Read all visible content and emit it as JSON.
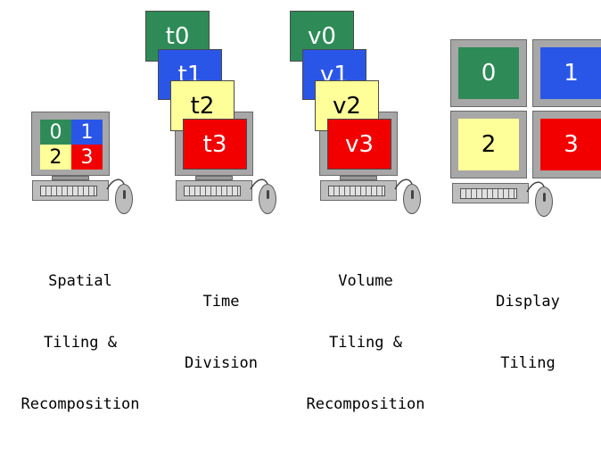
{
  "spatial": {
    "tiles": [
      "0",
      "1",
      "2",
      "3"
    ],
    "caption": [
      "Spatial",
      "Tiling &",
      "Recomposition"
    ]
  },
  "time": {
    "frames": [
      "t0",
      "t1",
      "t2",
      "t3"
    ],
    "caption": [
      "Time",
      "Division"
    ]
  },
  "volume": {
    "frames": [
      "v0",
      "v1",
      "v2",
      "v3"
    ],
    "caption": [
      "Volume",
      "Tiling &",
      "Recomposition"
    ]
  },
  "display": {
    "tiles": [
      "0",
      "1",
      "2",
      "3"
    ],
    "caption": [
      "Display",
      "Tiling"
    ]
  },
  "colors": {
    "green": "#2e8b57",
    "blue": "#2a56e8",
    "yellow": "#ffff99",
    "red": "#f20000"
  }
}
